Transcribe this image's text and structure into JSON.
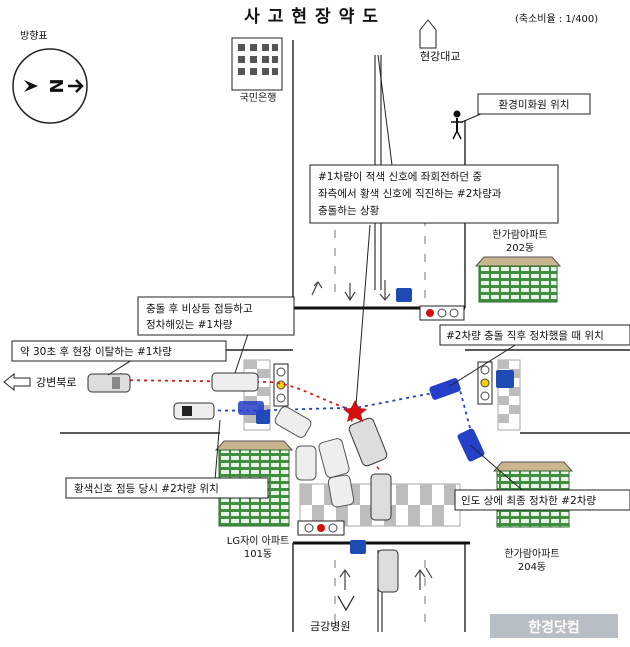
{
  "title": "사고현장약도",
  "scale": "(축소비율 : 1/400)",
  "compass": {
    "label": "방향표",
    "text": "N"
  },
  "places": {
    "bank": "국민은행",
    "bridge": "현강대교",
    "apt202": {
      "name": "한가람아파트",
      "dong": "202동"
    },
    "apt204": {
      "name": "한가람아파트",
      "dong": "204동"
    },
    "lg101": {
      "name": "LG자이 아파트",
      "dong": "101동"
    },
    "hospital": "금강병원",
    "river_road": "강변북로"
  },
  "callouts": {
    "worker": "환경미화원 위치",
    "main": [
      "#1차량이 적색 신호에 좌회전하던 중",
      "좌측에서 황색 신호에 직진하는 #2차량과",
      "충돌하는 상황"
    ],
    "hazard": [
      "충돌 후 비상등 점등하고",
      "정차해있는 #1차량"
    ],
    "leave": "약 30초 후 현장 이탈하는 #1차량",
    "car2_after": "#2차량 충돌 직후 정차했을 때 위치",
    "car2_yellow": "황색신호 점등 당시 #2차량 위치",
    "car2_final": "인도 상에 최종 정차한 #2차량"
  },
  "colors": {
    "car1_path": "#d91b1b",
    "car2_path": "#2440c8",
    "sign_blue": "#1f4bb4",
    "building_green": "#3f8f3f",
    "signal_yellow": "#f4d313",
    "signal_red": "#d40f0f"
  },
  "watermark": "한경닷컴"
}
